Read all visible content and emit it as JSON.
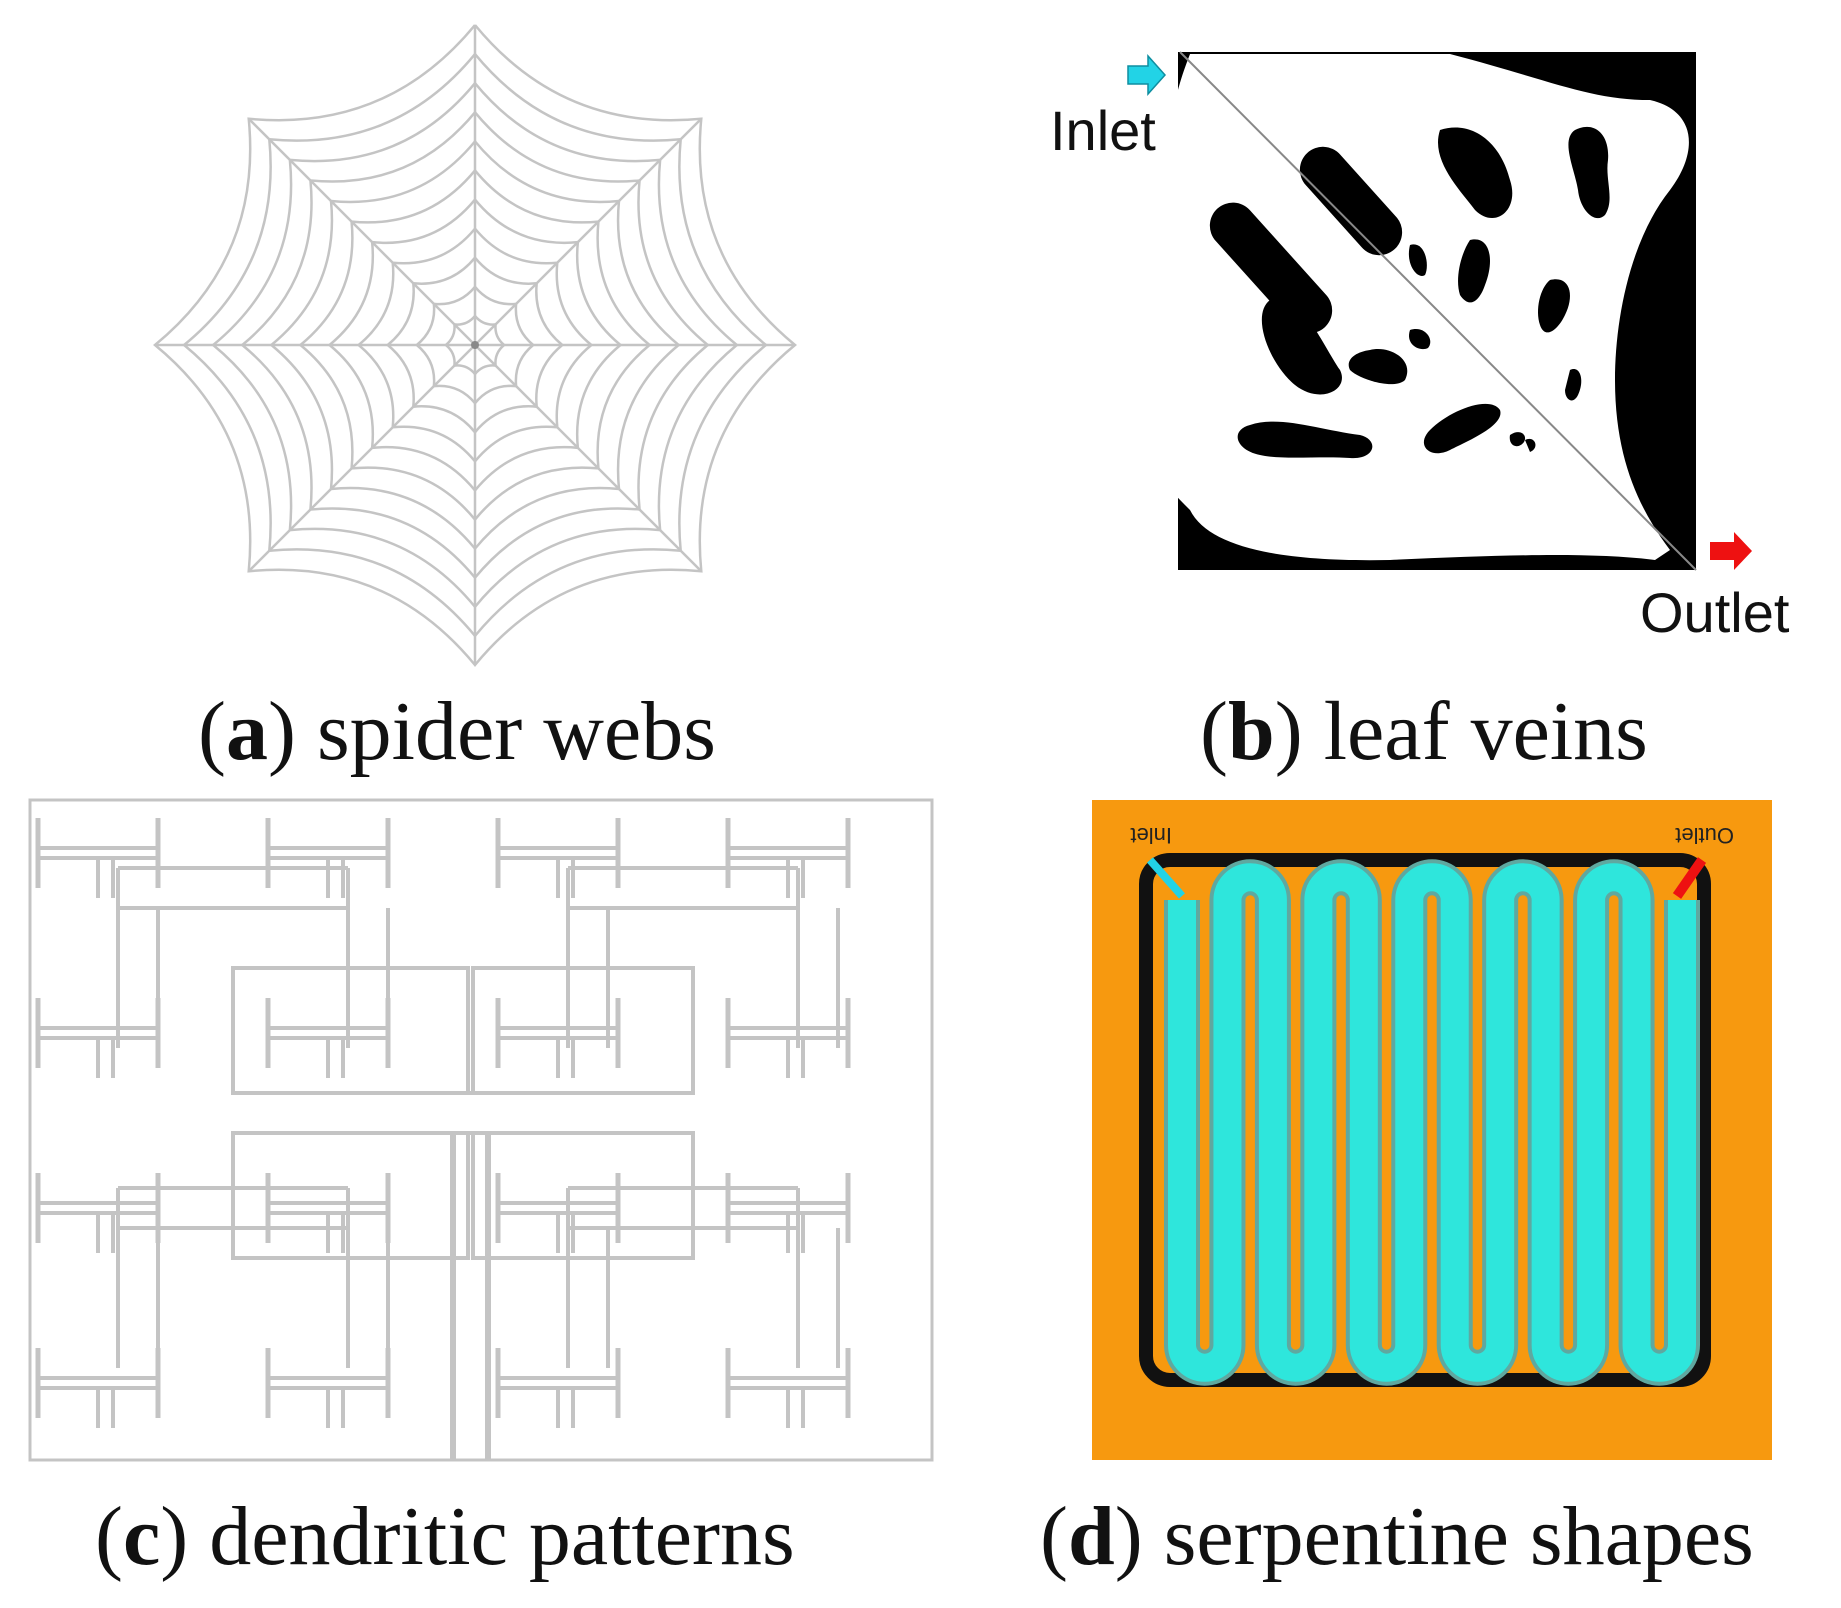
{
  "panels": [
    {
      "letter": "a",
      "caption": "spider webs"
    },
    {
      "letter": "b",
      "caption": "leaf veins",
      "inlet_label": "Inlet",
      "outlet_label": "Outlet"
    },
    {
      "letter": "c",
      "caption": "dendritic patterns"
    },
    {
      "letter": "d",
      "caption": "serpentine shapes",
      "inlet_label": "Inlet",
      "outlet_label": "Outlet"
    }
  ],
  "colors": {
    "inlet_arrow": "#22d3e6",
    "outlet_arrow": "#ee1111",
    "serpentine_background": "#f7990f",
    "serpentine_channel": "#2ee6dc",
    "line_gray": "#c4c4c4"
  }
}
